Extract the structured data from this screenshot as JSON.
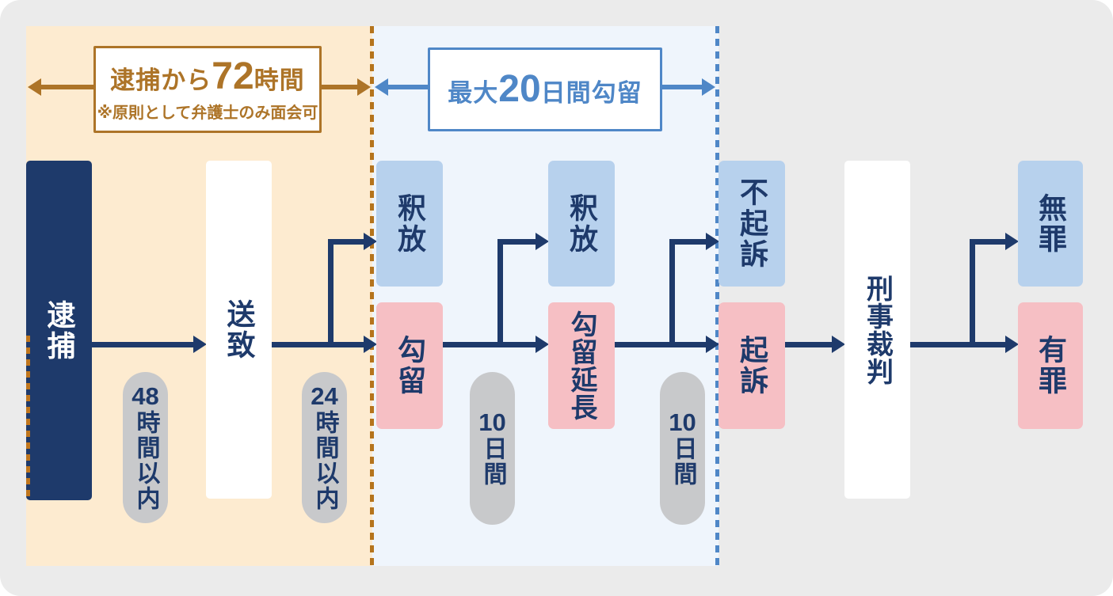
{
  "annotations": {
    "arrest_window": {
      "prefix": "逮捕から",
      "number": "72",
      "suffix": "時間",
      "note": "※原則として弁護士のみ面会可"
    },
    "detention_window": {
      "prefix": "最大",
      "number": "20",
      "suffix": "日間勾留"
    }
  },
  "nodes": {
    "arrest": "逮捕",
    "referral": "送致",
    "release_1": "釈放",
    "detention": "勾留",
    "release_2": "釈放",
    "detention_extension": "勾留延長",
    "non_indictment": "不起訴",
    "indictment": "起訴",
    "criminal_trial": "刑事裁判",
    "not_guilty": "無罪",
    "guilty": "有罪"
  },
  "durations": {
    "within_48h": {
      "num": "48",
      "unit": "時間以内"
    },
    "within_24h": {
      "num": "24",
      "unit": "時間以内"
    },
    "ten_days_1": {
      "num": "10",
      "unit": "日間"
    },
    "ten_days_2": {
      "num": "10",
      "unit": "日間"
    }
  },
  "colors": {
    "navy": "#1e3a6b",
    "light_blue_box": "#b7d1ed",
    "pink_box": "#f6bfc4",
    "gray_pill": "#c8c9cb",
    "orange_panel": "#fdebd0",
    "blue_panel": "#eff5fc",
    "base_gray": "#ebebeb",
    "brown_accent": "#ad7428",
    "blue_accent": "#4f87c7"
  }
}
